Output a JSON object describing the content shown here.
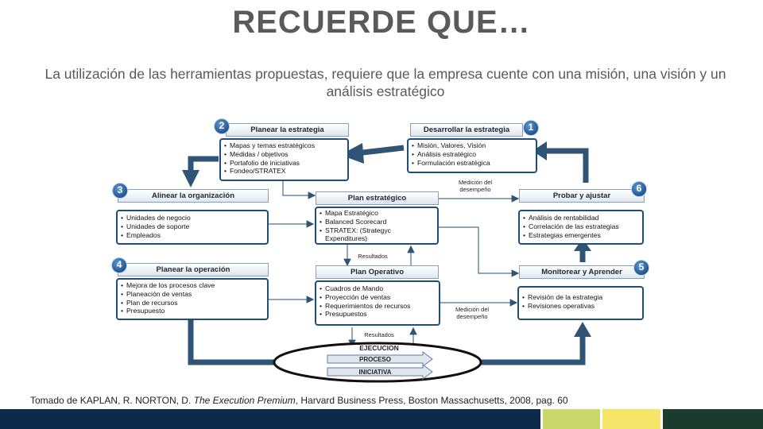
{
  "title": "RECUERDE QUE…",
  "subtitle": "La utilización de las herramientas propuestas, requiere que la empresa cuente con una misión, una visión y un análisis estratégico",
  "boxes": {
    "desarrollar": {
      "header": "Desarrollar la estrategia",
      "badge": "1",
      "items": [
        "Misión, Valores, Visión",
        "Análisis estratégico",
        "Formulación estratégica"
      ]
    },
    "planear": {
      "header": "Planear  la estrategia",
      "badge": "2",
      "items": [
        "Mapas y temas estratégicos",
        "Medidas / objetivos",
        "Portafolio de iniciativas",
        "Fondeo/STRATEX"
      ]
    },
    "alinear": {
      "header": "Alinear la organización",
      "badge": "3",
      "items": [
        "Unidades de negocio",
        "Unidades de soporte",
        "Empleados"
      ]
    },
    "operacion": {
      "header": "Planear la operación",
      "badge": "4",
      "items": [
        "Mejora de los procesos clave",
        "Planeación de ventas",
        "Plan de recursos",
        "Presupuesto"
      ]
    },
    "monitorear": {
      "header": "Monitorear y Aprender",
      "badge": "5",
      "items": [
        "Revisión de la estrategia",
        "Revisiones operativas"
      ]
    },
    "probar": {
      "header": "Probar  y ajustar",
      "badge": "6",
      "items": [
        "Análisis de rentabilidad",
        "Correlación de las estrategias",
        "Estrategias emergentes"
      ]
    },
    "plan_estrategico": {
      "header": "Plan estratégico",
      "items": [
        "Mapa Estratégico",
        "Balanced Scorecard",
        "STRATEX: (Strategyc Expenditures)"
      ]
    },
    "plan_operativo": {
      "header": "Plan Operativo",
      "items": [
        "Cuadros de Mando",
        "Proyección de ventas",
        "Requerimientos de recursos",
        "Presupuestos"
      ]
    }
  },
  "labels": {
    "medicion_top": "Medición del desempeño",
    "medicion_bottom": "Medición del desempeño",
    "resultados_top": "Resultados",
    "resultados_bottom": "Resultados"
  },
  "ejecucion": {
    "title": "EJECUCION",
    "proceso": "PROCESO",
    "iniciativa": "INICIATIVA"
  },
  "footer": {
    "prefix": "Tomado de KAPLAN, R. NORTON, D. ",
    "book": "The Execution Premium",
    "suffix": ", Harvard Business Press, Boston Massachusetts, 2008, pag. 60"
  },
  "colors": {
    "dark_blue": "#1f4e79",
    "arrow_blue": "#2f5475",
    "navy": "#0d2a4a",
    "lime": "#c8d86a",
    "yellow": "#f5e66a",
    "dark_green": "#1c3b2f"
  }
}
